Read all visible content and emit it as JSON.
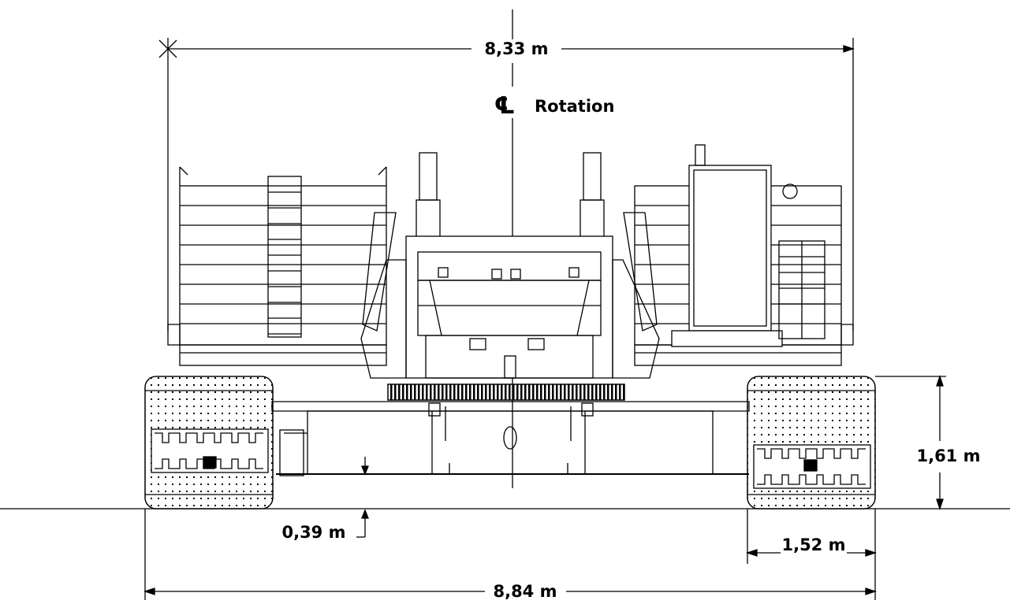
{
  "dimensions": {
    "upper_width": "8,33 m",
    "centerline_symbol": "℄",
    "centerline_label": "Rotation",
    "track_height": "1,61 m",
    "ground_clearance": "0,39 m",
    "track_width": "1,52 m",
    "overall_width": "8,84 m"
  },
  "colors": {
    "line": "#000000",
    "background": "#ffffff"
  }
}
